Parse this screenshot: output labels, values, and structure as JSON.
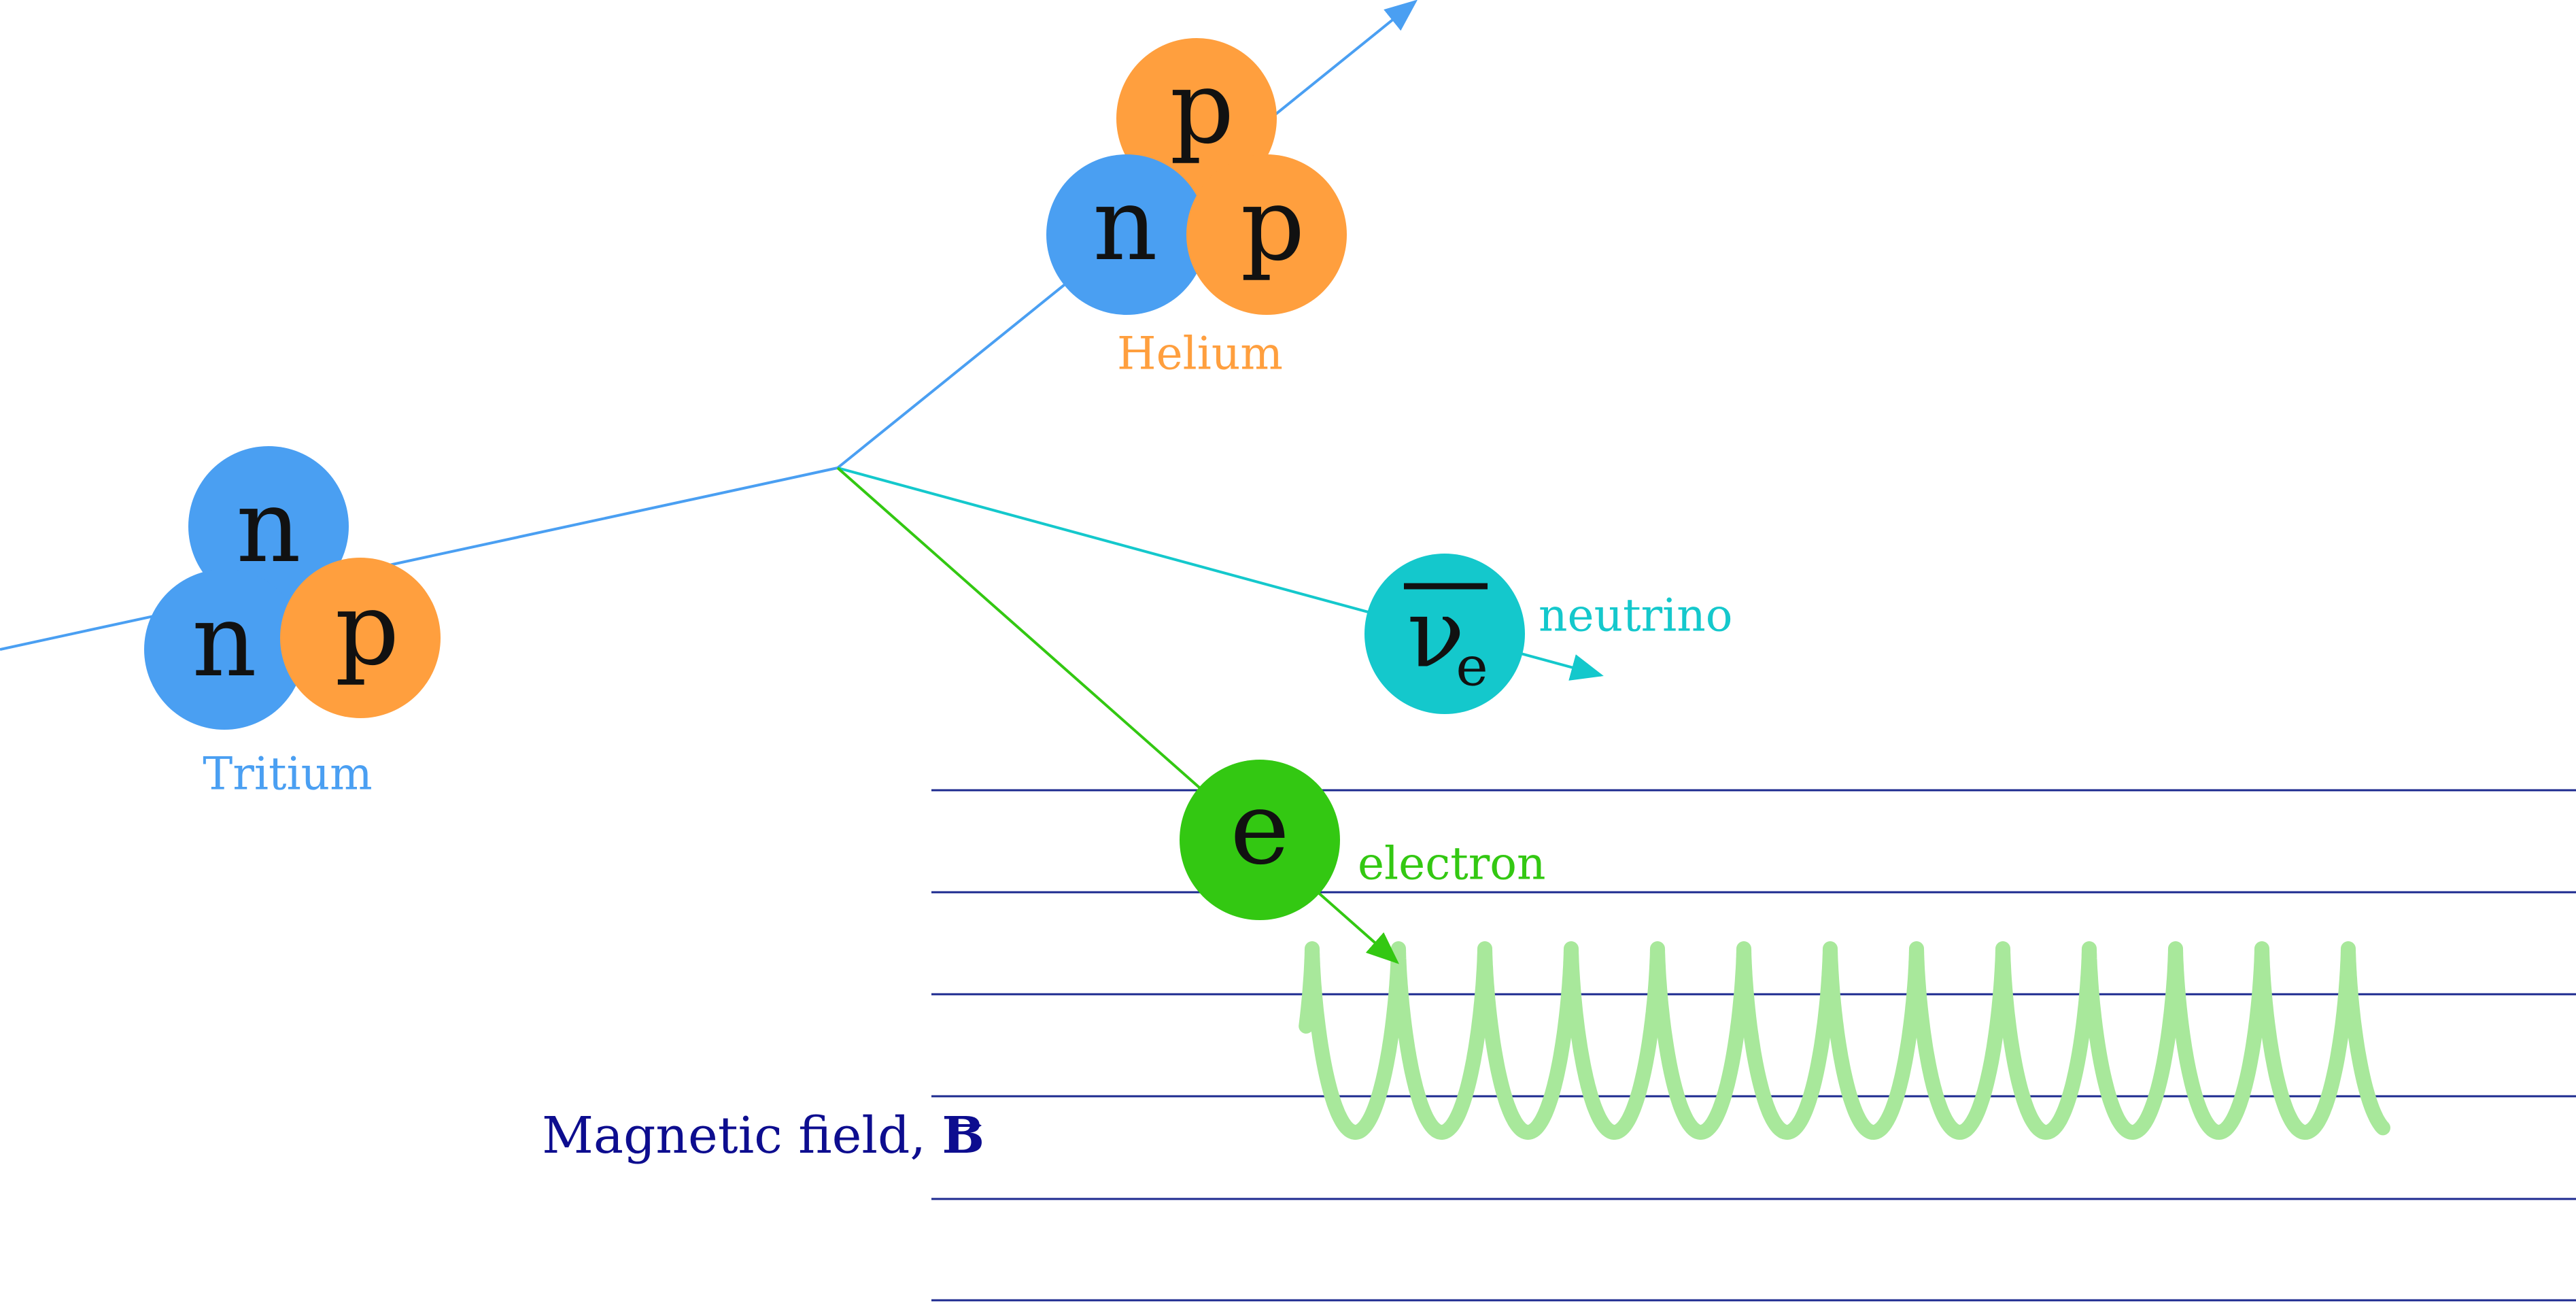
{
  "particles": {
    "tritium": {
      "label": "Tritium",
      "nucleons": [
        "n",
        "n",
        "p"
      ]
    },
    "helium": {
      "label": "Helium",
      "nucleons": [
        "p",
        "n",
        "p"
      ]
    },
    "neutrino": {
      "label": "neutrino",
      "symbol": "ν",
      "subscript": "e"
    },
    "electron": {
      "label": "electron",
      "symbol": "e"
    }
  },
  "magnetic_field": {
    "label": "Magnetic field, ",
    "vector_symbol": "B"
  },
  "colors": {
    "neutron": "#4a9ff2",
    "proton": "#ff9f3e",
    "tritium_label": "#4a9ff2",
    "helium_label": "#ff9f3e",
    "neutrino": "#14c8cc",
    "electron": "#33c812",
    "electron_track": "#33c812",
    "helix": "#a8e89b",
    "field_lines": "#1c2a8f",
    "field_label": "#0d0d8f",
    "nucleus_track": "#4a9ff2"
  }
}
